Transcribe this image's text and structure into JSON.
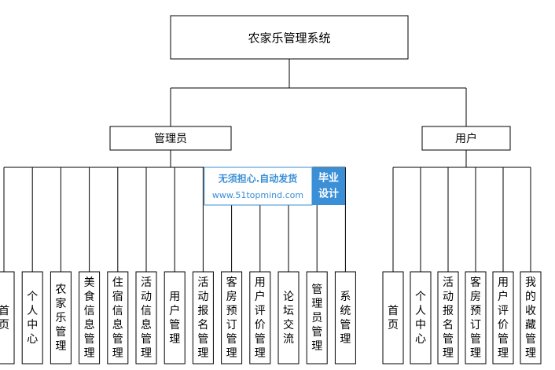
{
  "root": {
    "label": "农家乐管理系统"
  },
  "branches": [
    {
      "label": "管理员",
      "children": [
        "首页",
        "个人中心",
        "农家乐管理",
        "美食信息管理",
        "住宿信息管理",
        "活动信息管理",
        "用户管理",
        "活动报名管理",
        "客房预订管理",
        "用户评价管理",
        "论坛交流",
        "管理员管理",
        "系统管理"
      ]
    },
    {
      "label": "用户",
      "children": [
        "首页",
        "个人中心",
        "活动报名管理",
        "客房预订管理",
        "用户评价管理",
        "我的收藏管理"
      ]
    }
  ],
  "watermark": {
    "line1": "无须担心.自动发货",
    "line2": "www.51topmind.com",
    "badge_line1": "毕业",
    "badge_line2": "设计",
    "color": "#3b8fd6"
  }
}
